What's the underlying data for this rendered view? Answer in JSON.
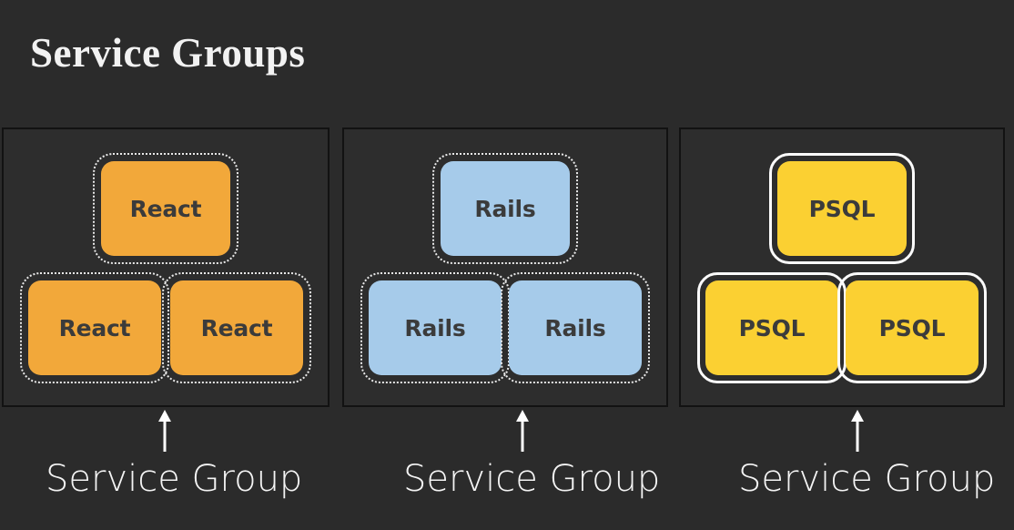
{
  "title": "Service Groups",
  "colors": {
    "background": "#2b2b2b",
    "panel_background": "#2d2d2d",
    "panel_border": "#121212",
    "title_text": "#f2f2f2",
    "caption_text": "#f4f4f4",
    "node_label_text": "#3b3b3b",
    "outline_white": "#f0f0f0",
    "react_fill": "#f2a83a",
    "rails_fill": "#a6cbea",
    "psql_fill": "#fbd032"
  },
  "groups": [
    {
      "caption": "Service Group",
      "arrow": "up-arrow-icon",
      "fill": "#f2a83a",
      "outline_style": "dotted",
      "nodes": [
        {
          "label": "React",
          "position": "top"
        },
        {
          "label": "React",
          "position": "bottom-left"
        },
        {
          "label": "React",
          "position": "bottom-right"
        }
      ]
    },
    {
      "caption": "Service Group",
      "arrow": "up-arrow-icon",
      "fill": "#a6cbea",
      "outline_style": "dotted",
      "nodes": [
        {
          "label": "Rails",
          "position": "top"
        },
        {
          "label": "Rails",
          "position": "bottom-left"
        },
        {
          "label": "Rails",
          "position": "bottom-right"
        }
      ]
    },
    {
      "caption": "Service Group",
      "arrow": "up-arrow-icon",
      "fill": "#fbd032",
      "outline_style": "solid",
      "nodes": [
        {
          "label": "PSQL",
          "position": "top"
        },
        {
          "label": "PSQL",
          "position": "bottom-left"
        },
        {
          "label": "PSQL",
          "position": "bottom-right"
        }
      ]
    }
  ]
}
